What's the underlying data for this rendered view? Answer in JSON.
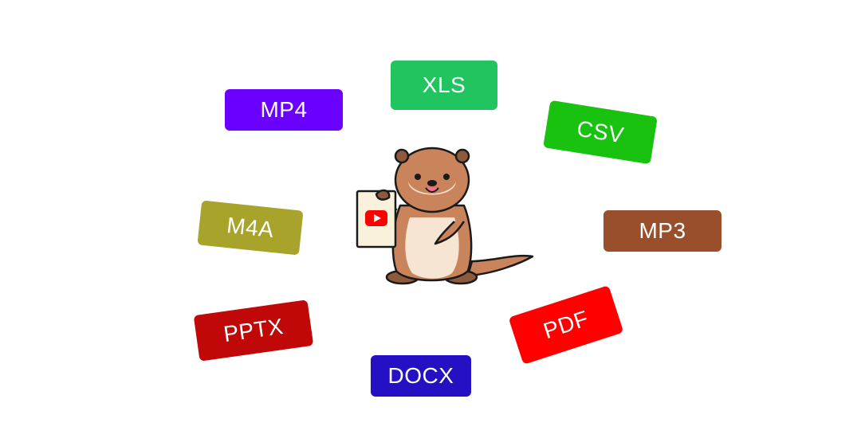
{
  "badges": [
    {
      "id": "xls",
      "label": "XLS",
      "color": "#21c45e"
    },
    {
      "id": "mp4",
      "label": "MP4",
      "color": "#6a00ff"
    },
    {
      "id": "csv",
      "label": "CSV",
      "color": "#19c20f"
    },
    {
      "id": "m4a",
      "label": "M4A",
      "color": "#a8a32b"
    },
    {
      "id": "mp3",
      "label": "MP3",
      "color": "#9a4f2c"
    },
    {
      "id": "pptx",
      "label": "PPTX",
      "color": "#c10808"
    },
    {
      "id": "pdf",
      "label": "PDF",
      "color": "#ff0000"
    },
    {
      "id": "docx",
      "label": "DOCX",
      "color": "#2610c3"
    }
  ],
  "mascot": {
    "name": "otter-mascot",
    "holding": "youtube-logo-icon",
    "colors": {
      "fur": "#c9845c",
      "belly": "#f6e5d2",
      "paper": "#f8f1dc",
      "youtube_red": "#ff0000"
    }
  }
}
